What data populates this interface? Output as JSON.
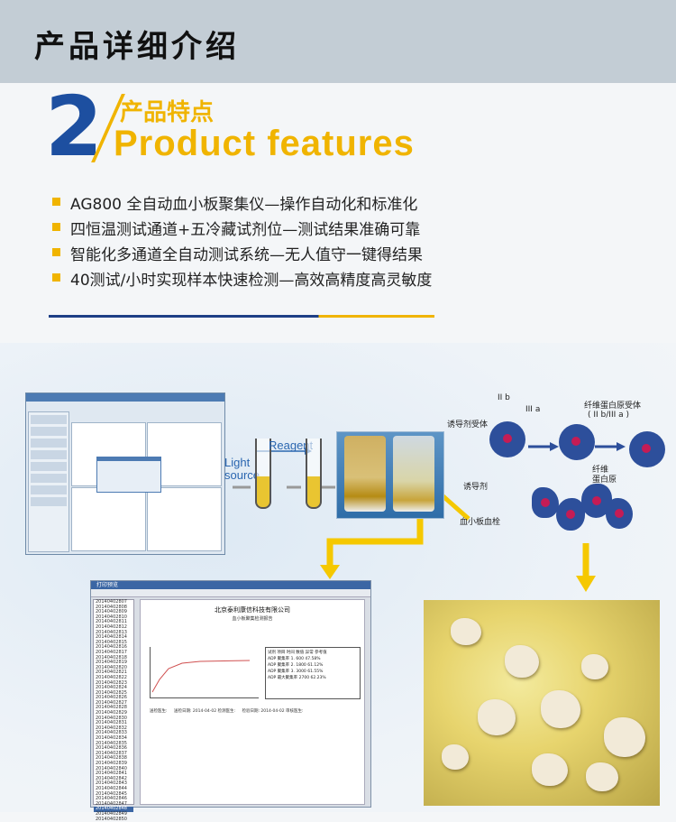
{
  "header": {
    "title": "产品详细介绍"
  },
  "section": {
    "number": "2",
    "title_cn": "产品特点",
    "title_en": "Product features"
  },
  "features": [
    "AG800 全自动血小板聚集仪—操作自动化和标准化",
    "四恒温测试通道+五冷藏试剂位—测试结果准确可靠",
    "智能化多通道全自动测试系统—无人值守一键得结果",
    "40测试/小时实现样本快速检测—高效高精度高灵敏度"
  ],
  "diagram": {
    "light_source": "Light\nsource",
    "reagent": "Reagent",
    "inducer_receptor": "诱导剂受体",
    "inducer": "诱导剂",
    "iib": "II b",
    "iiia": "III a",
    "fib_receptor": "纤维蛋白原受体",
    "fib_receptor_sub": "( II b/III a )",
    "fibrinogen": "纤维\n蛋白原",
    "platelet_thrombus": "血小板血栓"
  },
  "report_window": {
    "title": "打印预览",
    "company": "北京泰利康信科技有限公司",
    "report_name": "血小板聚集检测报告",
    "list": [
      "20140402807",
      "20140402808",
      "20140402809",
      "20140402810",
      "20140402811",
      "20140402812",
      "20140402813",
      "20140402814",
      "20140402815",
      "20140402816",
      "20140402817",
      "20140402818",
      "20140402819",
      "20140402820",
      "20140402821",
      "20140402822",
      "20140402823",
      "20140402824",
      "20140402825",
      "20140402826",
      "20140402827",
      "20140402828",
      "20140402829",
      "20140402830",
      "20140402831",
      "20140402832",
      "20140402833",
      "20140402834",
      "20140402835",
      "20140402836",
      "20140402837",
      "20140402838",
      "20140402839",
      "20140402840",
      "20140402841",
      "20140402842",
      "20140402843",
      "20140402844",
      "20140402845",
      "20140402846",
      "20140402847",
      "20140402848",
      "20140402849",
      "20140402850"
    ],
    "table_headers": [
      "试剂",
      "项目",
      "时间",
      "数值",
      "异常",
      "参考值"
    ],
    "table_rows": [
      [
        "聚集率 1.",
        "600",
        "47.58%"
      ],
      [
        "聚集率 2.",
        "1800",
        "61.12%"
      ],
      [
        "聚集率 3.",
        "3000",
        "61.55%"
      ],
      [
        "最大聚集率",
        "2700",
        "62.23%"
      ]
    ],
    "footer_left": "送检医生:",
    "footer_mid": "送检日期: 2014-04-02  检测医生:",
    "footer_right": "检验日期: 2014-04-02  审核医生:"
  },
  "colors": {
    "accent": "#f0b400",
    "brand_blue": "#1d4fa0",
    "header_bg": "#c3cdd5"
  }
}
